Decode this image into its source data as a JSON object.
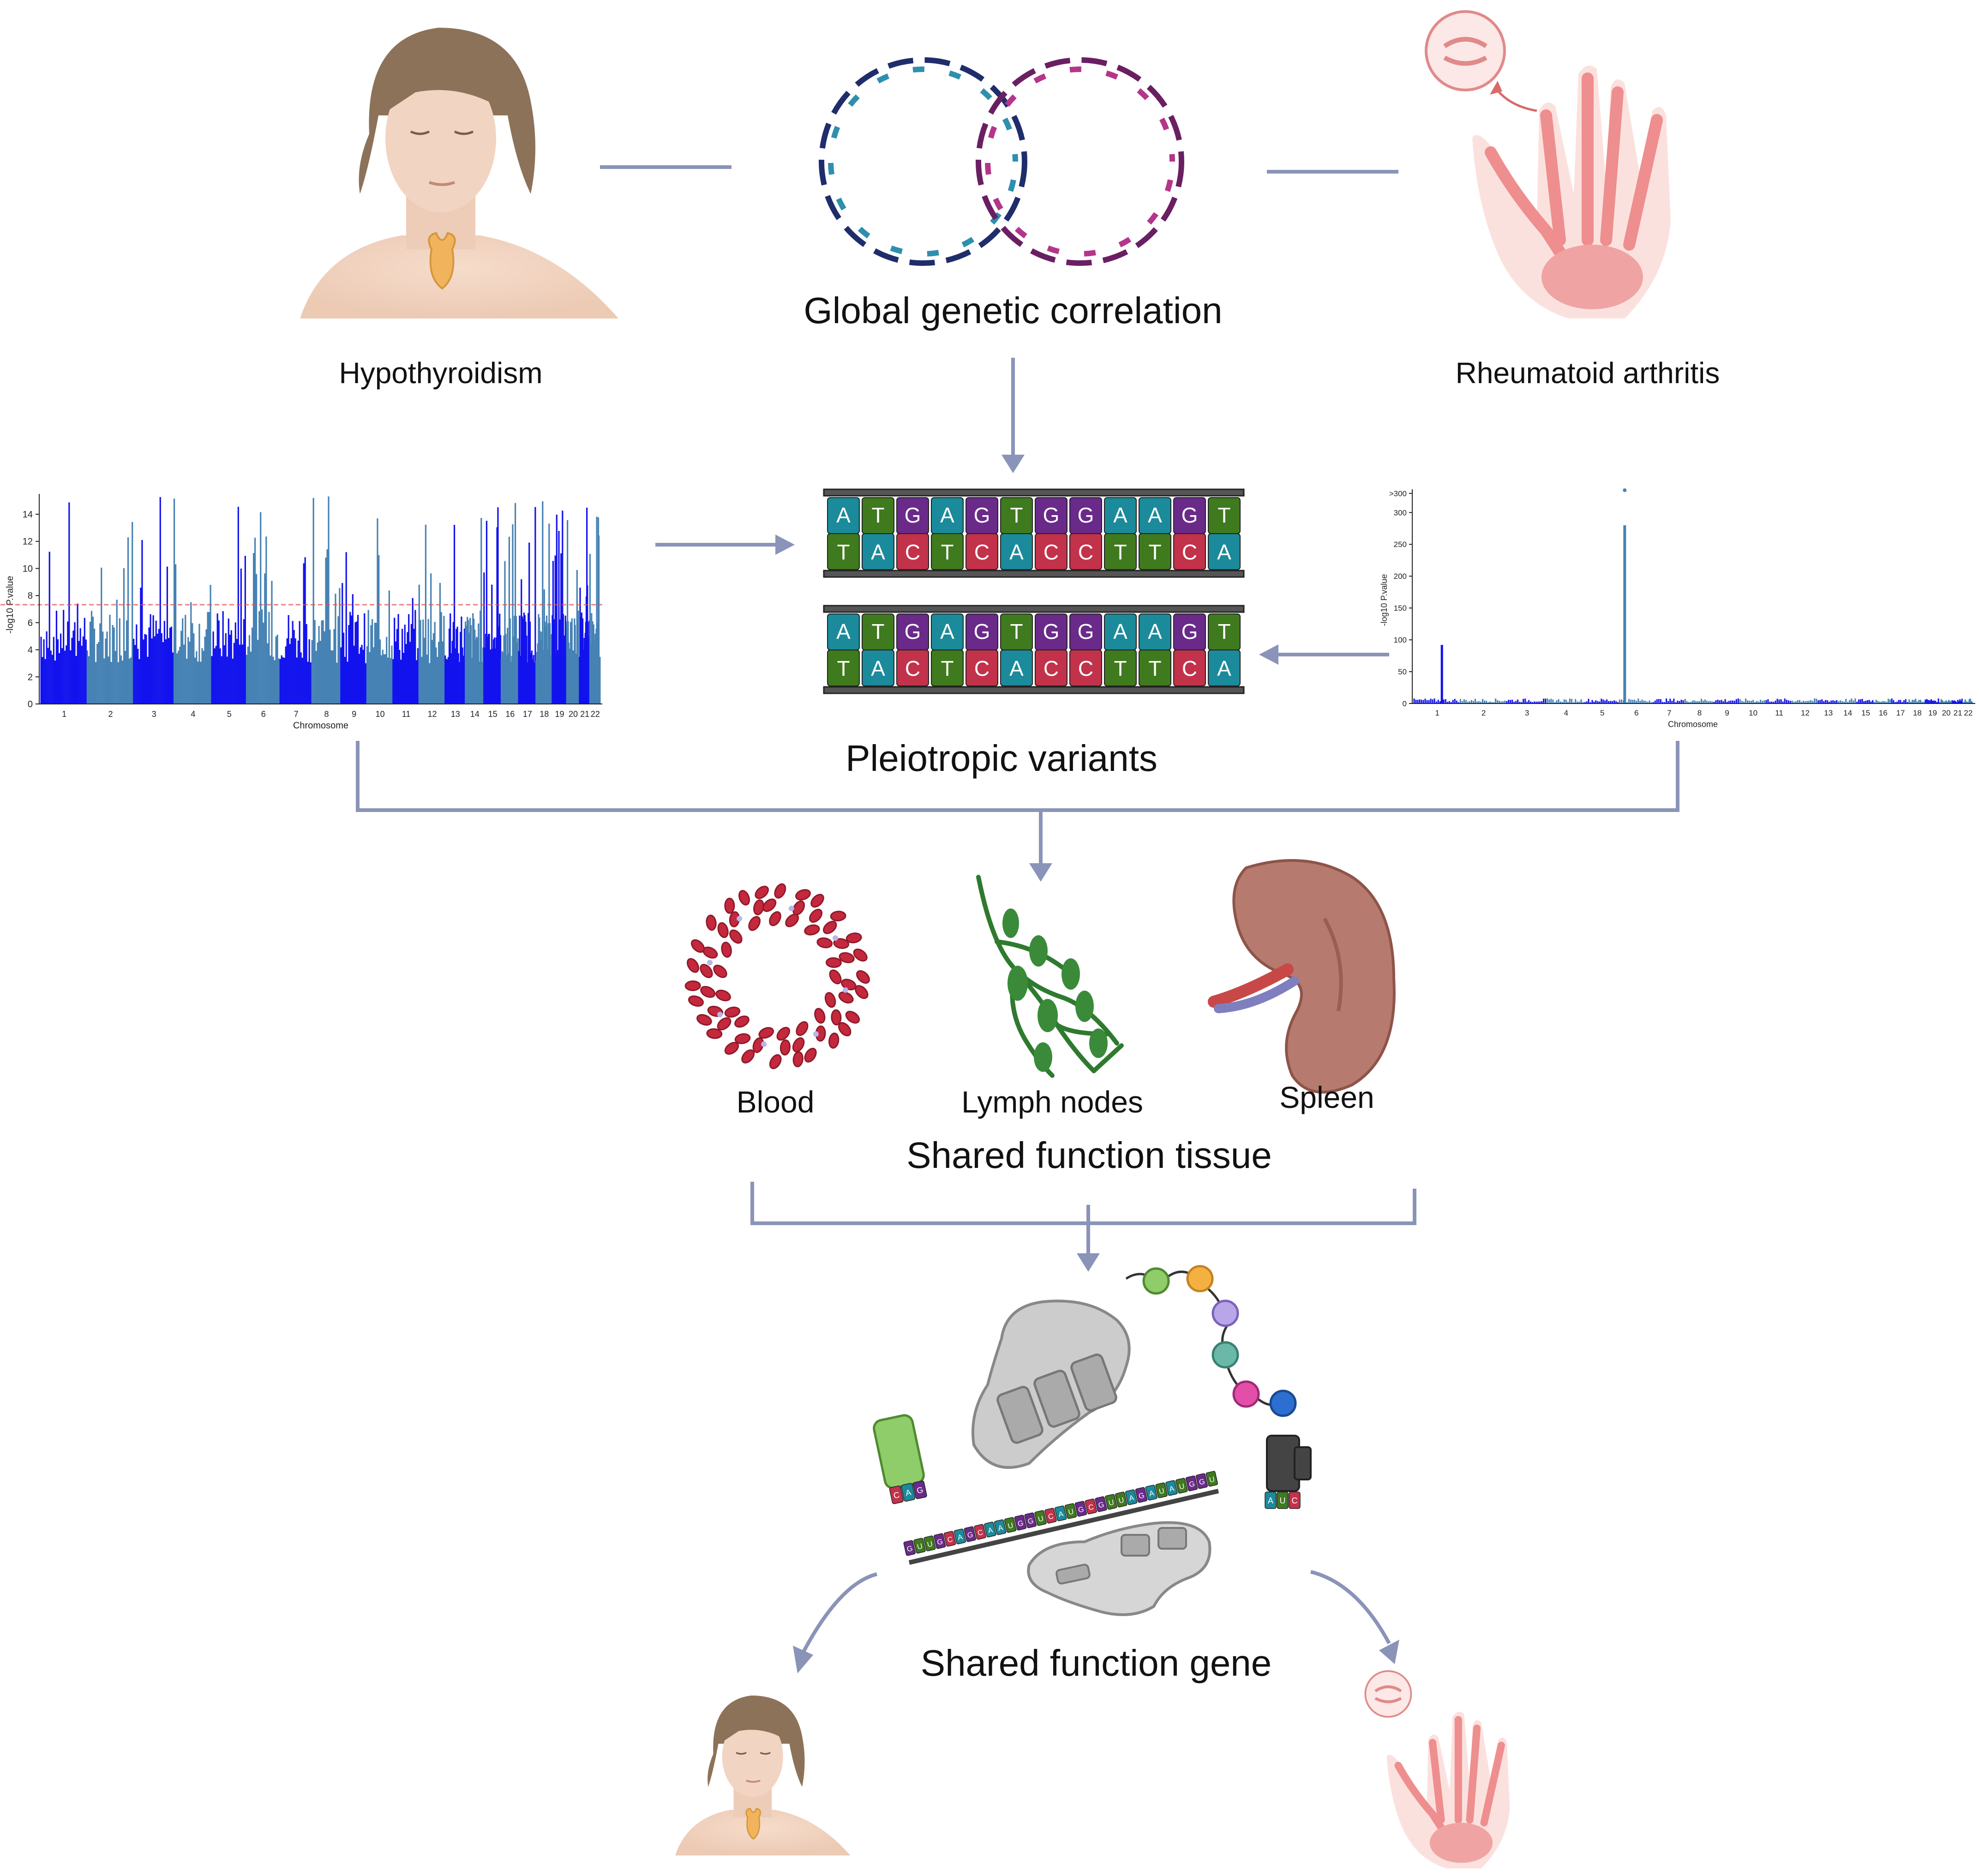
{
  "labels": {
    "hypothyroidism": "Hypothyroidism",
    "rheumatoid_arthritis": "Rheumatoid arthritis",
    "global_genetic_correlation": "Global genetic correlation",
    "pleiotropic_variants": "Pleiotropic variants",
    "blood": "Blood",
    "lymph_nodes": "Lymph nodes",
    "spleen": "Spleen",
    "shared_function_tissue": "Shared function tissue",
    "shared_function_gene": "Shared function gene"
  },
  "manhattan_left": {
    "ylabel": "-log10 P.value",
    "xlabel": "Chromosome",
    "yticks": [
      "0",
      "2",
      "4",
      "6",
      "8",
      "10",
      "12",
      "14"
    ],
    "chromosomes": [
      "1",
      "2",
      "3",
      "4",
      "5",
      "6",
      "7",
      "8",
      "9",
      "10",
      "11",
      "12",
      "13",
      "14",
      "15",
      "16",
      "17",
      "18",
      "19",
      "20",
      "21",
      "22"
    ]
  },
  "manhattan_right": {
    "ylabel": "-log10 P.value",
    "xlabel": "Chromosome",
    "yticks": [
      "0",
      "50",
      "100",
      "150",
      "200",
      "250",
      "300",
      ">300"
    ],
    "chromosomes": [
      "1",
      "2",
      "3",
      "4",
      "5",
      "6",
      "7",
      "8",
      "9",
      "10",
      "11",
      "12",
      "13",
      "14",
      "15",
      "16",
      "17",
      "18",
      "19",
      "20",
      "21",
      "22"
    ]
  },
  "dna_strands": {
    "top_row": [
      "A",
      "T",
      "G",
      "A",
      "G",
      "T",
      "G",
      "G",
      "A",
      "A",
      "G",
      "T"
    ],
    "bottom_row": [
      "T",
      "A",
      "C",
      "T",
      "C",
      "A",
      "C",
      "C",
      "T",
      "T",
      "C",
      "A"
    ]
  },
  "mrna": {
    "sequence": [
      "G",
      "U",
      "U",
      "G",
      "C",
      "A",
      "G",
      "C",
      "A",
      "A",
      "U",
      "G",
      "G",
      "U",
      "C",
      "A",
      "U",
      "G",
      "C",
      "G",
      "U",
      "U",
      "A",
      "G",
      "A",
      "U",
      "A",
      "U",
      "G",
      "G",
      "U"
    ],
    "trna_left_anticodon": [
      "C",
      "A",
      "G"
    ],
    "trna_right_anticodon": [
      "A",
      "U",
      "C"
    ]
  },
  "colors": {
    "arrow": "#8a93b8",
    "base_A": "#1b8a9a",
    "base_T": "#3f7a1e",
    "base_G": "#6a2a8a",
    "base_C": "#c2324a",
    "manhattan_dark": "#1212ee",
    "manhattan_light": "#4682b4"
  }
}
